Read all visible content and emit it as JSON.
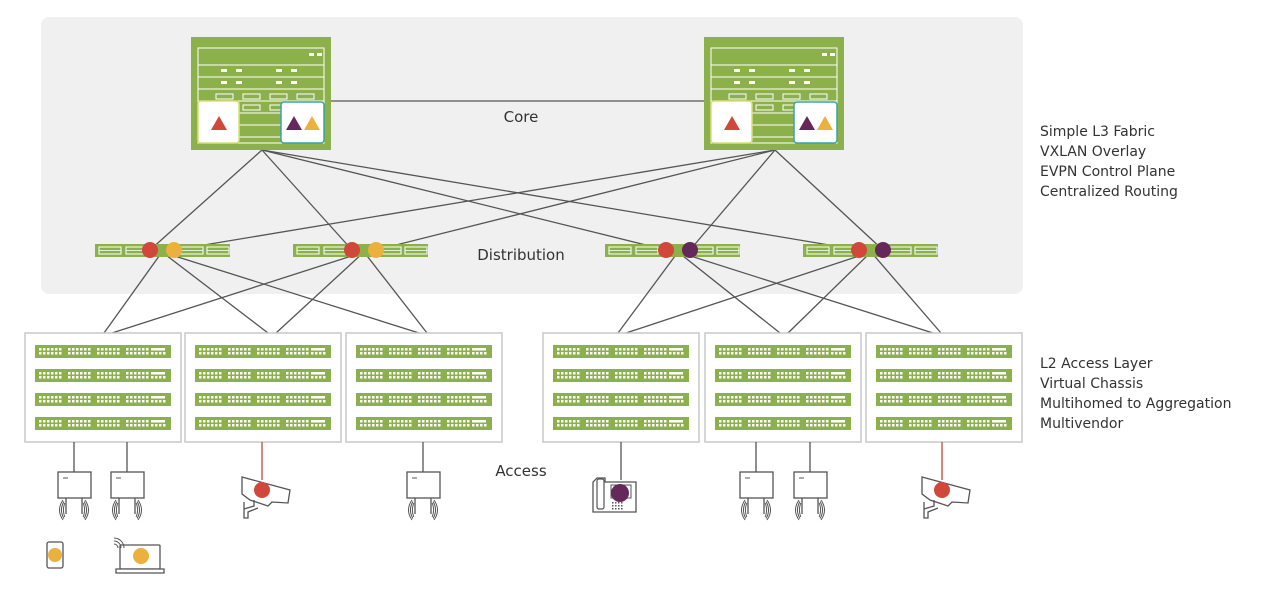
{
  "title": "Campus fabric: Core, Distribution, Access",
  "colors": {
    "switch_green": "#8cb04a",
    "link_gray": "#555555",
    "fabric_bg": "#f0f0f0",
    "red": "#d0473b",
    "yellow": "#eab13f",
    "purple": "#64295a",
    "teal_border": "#3aa3a8",
    "yellow_border": "#d6e07a",
    "access_box_border": "#c8c8c8",
    "device_stroke": "#555555",
    "camera_link": "#c0463c"
  },
  "layers": {
    "core": "Core",
    "distribution": "Distribution",
    "access": "Access"
  },
  "fabric_features": [
    "Simple L3 Fabric",
    "VXLAN Overlay",
    "EVPN Control Plane",
    "Centralized Routing"
  ],
  "access_features": [
    "L2 Access Layer",
    "Virtual Chassis",
    "Multihomed to Aggregation",
    "Multivendor"
  ],
  "core_switches": [
    {
      "id": "core-1",
      "badges": [
        [
          "red"
        ],
        [
          "purple",
          "yellow"
        ]
      ]
    },
    {
      "id": "core-2",
      "badges": [
        [
          "red"
        ],
        [
          "purple",
          "yellow"
        ]
      ]
    }
  ],
  "distribution_switches": [
    {
      "id": "dist-1",
      "dots": [
        "red",
        "yellow"
      ]
    },
    {
      "id": "dist-2",
      "dots": [
        "red",
        "yellow"
      ]
    },
    {
      "id": "dist-3",
      "dots": [
        "red",
        "purple"
      ]
    },
    {
      "id": "dist-4",
      "dots": [
        "red",
        "purple"
      ]
    }
  ],
  "access_stacks": [
    {
      "id": "access-1",
      "members": 4
    },
    {
      "id": "access-2",
      "members": 4
    },
    {
      "id": "access-3",
      "members": 4
    },
    {
      "id": "access-4",
      "members": 4
    },
    {
      "id": "access-5",
      "members": 4
    },
    {
      "id": "access-6",
      "members": 4
    }
  ],
  "endpoints": [
    {
      "type": "access-point",
      "stack": "access-1"
    },
    {
      "type": "access-point",
      "stack": "access-1"
    },
    {
      "type": "camera",
      "stack": "access-2",
      "dot": "red"
    },
    {
      "type": "access-point",
      "stack": "access-3"
    },
    {
      "type": "phone",
      "stack": "access-4",
      "dot": "purple"
    },
    {
      "type": "access-point",
      "stack": "access-5"
    },
    {
      "type": "access-point",
      "stack": "access-5"
    },
    {
      "type": "camera",
      "stack": "access-6",
      "dot": "red"
    },
    {
      "type": "mobile",
      "dot": "yellow"
    },
    {
      "type": "laptop",
      "dot": "yellow"
    }
  ]
}
